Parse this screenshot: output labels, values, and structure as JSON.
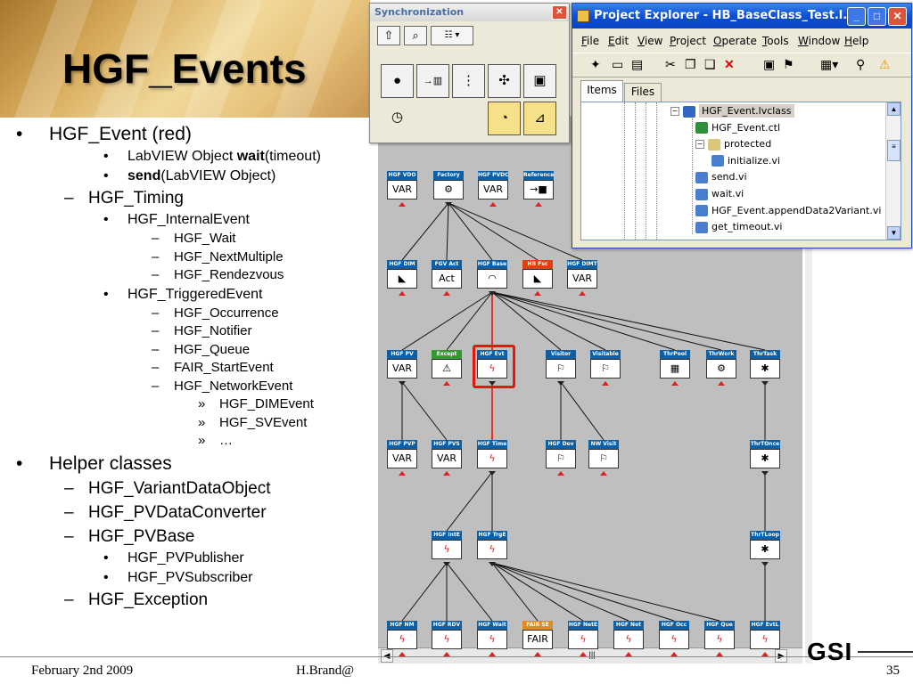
{
  "slide": {
    "title": "HGF_Events",
    "footer_date": "February 2nd 2009",
    "footer_author": "H.Brand@",
    "page_number": "35",
    "logo_text": "GSI"
  },
  "bullets": [
    {
      "level": 1,
      "marker": "•",
      "text": "HGF_Event (red)"
    },
    {
      "level": 3,
      "marker": "•",
      "parts": [
        {
          "text": "LabVIEW Object "
        },
        {
          "text": "wait",
          "bold": true
        },
        {
          "text": "(timeout)"
        }
      ]
    },
    {
      "level": 3,
      "marker": "•",
      "parts": [
        {
          "text": "send",
          "bold": true
        },
        {
          "text": "(LabVIEW Object)"
        }
      ]
    },
    {
      "level": 2,
      "marker": "–",
      "text": "HGF_Timing"
    },
    {
      "level": 3,
      "marker": "•",
      "text": "HGF_InternalEvent"
    },
    {
      "level": 4,
      "marker": "–",
      "text": "HGF_Wait"
    },
    {
      "level": 4,
      "marker": "–",
      "text": "HGF_NextMultiple"
    },
    {
      "level": 4,
      "marker": "–",
      "text": "HGF_Rendezvous"
    },
    {
      "level": 3,
      "marker": "•",
      "text": "HGF_TriggeredEvent"
    },
    {
      "level": 4,
      "marker": "–",
      "text": "HGF_Occurrence"
    },
    {
      "level": 4,
      "marker": "–",
      "text": "HGF_Notifier"
    },
    {
      "level": 4,
      "marker": "–",
      "text": "HGF_Queue"
    },
    {
      "level": 4,
      "marker": "–",
      "text": "FAIR_StartEvent"
    },
    {
      "level": 4,
      "marker": "–",
      "text": "HGF_NetworkEvent"
    },
    {
      "level": 5,
      "marker": "»",
      "text": "HGF_DIMEvent"
    },
    {
      "level": 5,
      "marker": "»",
      "text": "HGF_SVEvent"
    },
    {
      "level": 5,
      "marker": "»",
      "text": "…"
    },
    {
      "level": 1,
      "marker": "•",
      "text": "Helper classes"
    },
    {
      "level": 2,
      "marker": "–",
      "text": "HGF_VariantDataObject"
    },
    {
      "level": 2,
      "marker": "–",
      "text": "HGF_PVDataConverter"
    },
    {
      "level": 2,
      "marker": "–",
      "text": "HGF_PVBase"
    },
    {
      "level": 3,
      "marker": "•",
      "text": "HGF_PVPublisher"
    },
    {
      "level": 3,
      "marker": "•",
      "text": "HGF_PVSubscriber"
    },
    {
      "level": 2,
      "marker": "–",
      "text": "HGF_Exception"
    }
  ],
  "sync_window": {
    "title": "Synchronization",
    "close_glyph": "✕",
    "toolbar_icons": [
      "up-arrow-icon",
      "search-icon",
      "options-dropdown-icon"
    ],
    "palette_icons": [
      "occurrence-icon",
      "queue-icon",
      "traffic-light-icon",
      "rendezvous-icon",
      "notifier-icon",
      "timing-icon",
      "wait-icon",
      "metronome-icon"
    ]
  },
  "explorer": {
    "title": "Project Explorer - HB_BaseClass_Test.l...",
    "menu": [
      "File",
      "Edit",
      "View",
      "Project",
      "Operate",
      "Tools",
      "Window",
      "Help"
    ],
    "tabs": [
      "Items",
      "Files"
    ],
    "active_tab": "Items",
    "tree_items": [
      {
        "label": "HGF_Event.lvclass",
        "selected": true,
        "depth": 0,
        "icon": "lvclass-icon",
        "expander": "−"
      },
      {
        "label": "HGF_Event.ctl",
        "depth": 1,
        "icon": "ctl-icon"
      },
      {
        "label": "protected",
        "depth": 1,
        "icon": "folder-icon",
        "expander": "−"
      },
      {
        "label": "initialize.vi",
        "depth": 2,
        "icon": "vi-icon"
      },
      {
        "label": "send.vi",
        "depth": 1,
        "icon": "vi-icon"
      },
      {
        "label": "wait.vi",
        "depth": 1,
        "icon": "vi-icon"
      },
      {
        "label": "HGF_Event.appendData2Variant.vi",
        "depth": 1,
        "icon": "vi-icon"
      },
      {
        "label": "get_timeout.vi",
        "depth": 1,
        "icon": "vi-icon"
      }
    ]
  },
  "hierarchy": {
    "selected_node": "HGF Evt",
    "nodes": [
      {
        "id": "HGF VDO",
        "icon": "VAR"
      },
      {
        "id": "Factory",
        "icon": "⚙"
      },
      {
        "id": "HGF PVDC",
        "icon": "VAR"
      },
      {
        "id": "Reference",
        "icon": "→■"
      },
      {
        "id": "HGF DIM",
        "icon": "◣"
      },
      {
        "id": "FGV Act",
        "icon": "Act"
      },
      {
        "id": "HGF Base",
        "icon": "◠"
      },
      {
        "id": "HB Fsc",
        "icon": "◣"
      },
      {
        "id": "HGF DIMT",
        "icon": "VAR"
      },
      {
        "id": "HGF PV",
        "icon": "VAR"
      },
      {
        "id": "Except",
        "icon": "⚠"
      },
      {
        "id": "HGF Evt",
        "icon": "ϟ"
      },
      {
        "id": "Visitor",
        "icon": "⚐"
      },
      {
        "id": "Visitable",
        "icon": "⚐"
      },
      {
        "id": "ThrPool",
        "icon": "▦"
      },
      {
        "id": "ThrWork",
        "icon": "⚙"
      },
      {
        "id": "ThrTask",
        "icon": "✱"
      },
      {
        "id": "HGF PVP",
        "icon": "VAR"
      },
      {
        "id": "HGF PVS",
        "icon": "VAR"
      },
      {
        "id": "HGF Time",
        "icon": "ϟ"
      },
      {
        "id": "HGF Dev",
        "icon": "⚐"
      },
      {
        "id": "NW Visit",
        "icon": "⚐"
      },
      {
        "id": "ThrTOnce",
        "icon": "✱"
      },
      {
        "id": "HGF IntE",
        "icon": "ϟ"
      },
      {
        "id": "HGF TrgE",
        "icon": "ϟ"
      },
      {
        "id": "ThrTLoop",
        "icon": "✱"
      },
      {
        "id": "HGF NM",
        "icon": "ϟ"
      },
      {
        "id": "HGF RDV",
        "icon": "ϟ"
      },
      {
        "id": "HGF Wait",
        "icon": "ϟ"
      },
      {
        "id": "FAIR SE",
        "icon": "FAIR"
      },
      {
        "id": "HGF NetE",
        "icon": "ϟ"
      },
      {
        "id": "HGF Not",
        "icon": "ϟ"
      },
      {
        "id": "HGF Occ",
        "icon": "ϟ"
      },
      {
        "id": "HGF Que",
        "icon": "ϟ"
      },
      {
        "id": "HGF EvtL",
        "icon": "ϟ"
      }
    ],
    "edges": [
      [
        "Factory",
        "HGF DIM"
      ],
      [
        "Factory",
        "FGV Act"
      ],
      [
        "Factory",
        "HGF Base"
      ],
      [
        "Factory",
        "HB Fsc"
      ],
      [
        "Factory",
        "HGF DIMT"
      ],
      [
        "HGF Base",
        "HGF PV"
      ],
      [
        "HGF Base",
        "Except"
      ],
      [
        "HGF Base",
        "HGF Evt"
      ],
      [
        "HGF Base",
        "Visitor"
      ],
      [
        "HGF Base",
        "Visitable"
      ],
      [
        "HGF Base",
        "ThrPool"
      ],
      [
        "HGF Base",
        "ThrWork"
      ],
      [
        "HGF Base",
        "ThrTask"
      ],
      [
        "HGF PV",
        "HGF PVP"
      ],
      [
        "HGF PV",
        "HGF PVS"
      ],
      [
        "HGF Evt",
        "HGF Time"
      ],
      [
        "Visitor",
        "HGF Dev"
      ],
      [
        "Visitor",
        "NW Visit"
      ],
      [
        "ThrTask",
        "ThrTOnce"
      ],
      [
        "HGF Time",
        "HGF IntE"
      ],
      [
        "HGF Time",
        "HGF TrgE"
      ],
      [
        "ThrTOnce",
        "ThrTLoop"
      ],
      [
        "HGF IntE",
        "HGF NM"
      ],
      [
        "HGF IntE",
        "HGF RDV"
      ],
      [
        "HGF IntE",
        "HGF Wait"
      ],
      [
        "HGF TrgE",
        "FAIR SE"
      ],
      [
        "HGF TrgE",
        "HGF NetE"
      ],
      [
        "HGF TrgE",
        "HGF Not"
      ],
      [
        "HGF TrgE",
        "HGF Occ"
      ],
      [
        "HGF TrgE",
        "HGF Que"
      ],
      [
        "ThrTLoop",
        "HGF EvtL"
      ]
    ],
    "scroll_left_glyph": "◀",
    "scroll_right_glyph": "▶",
    "scroll_grip_glyph": "|||"
  }
}
